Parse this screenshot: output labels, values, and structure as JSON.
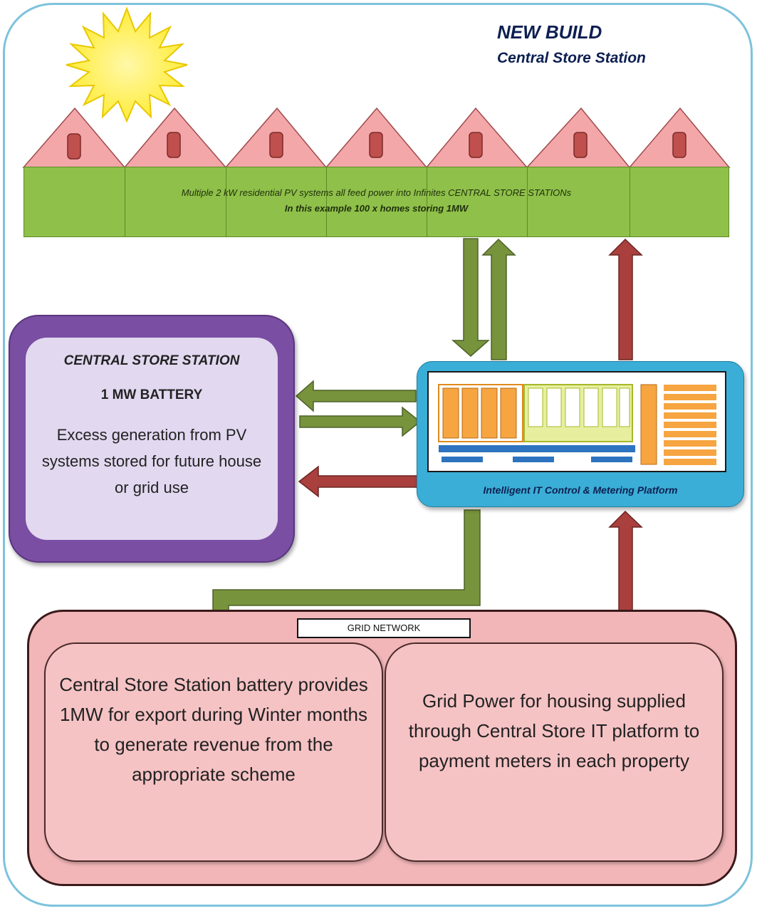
{
  "header": {
    "title": "NEW BUILD",
    "subtitle": "Central Store Station"
  },
  "homes": {
    "line1": "Multiple 2 kW residential PV systems all feed power into Infinites CENTRAL STORE STATIONs",
    "line2": "In this example 100 x homes storing 1MW"
  },
  "battery": {
    "title": "CENTRAL STORE STATION",
    "subtitle": "1 MW BATTERY",
    "body": "Excess generation from PV systems stored for future house or grid use"
  },
  "platform": {
    "caption": "Intelligent IT Control & Metering Platform"
  },
  "grid": {
    "label": "GRID NETWORK",
    "left_text": "Central Store Station battery provides 1MW  for export during Winter months to generate revenue from the appropriate scheme",
    "right_text": "Grid Power for housing supplied through Central Store IT platform to payment meters in each property"
  },
  "colors": {
    "green_arrow": "#77933c",
    "red_arrow": "#a9403d",
    "roof": "#f4a7a9",
    "house_wall": "#8fc04a",
    "battery_frame": "#7a4ea3",
    "platform_box": "#3aaed6",
    "grid_fill": "#f2b6b8"
  }
}
